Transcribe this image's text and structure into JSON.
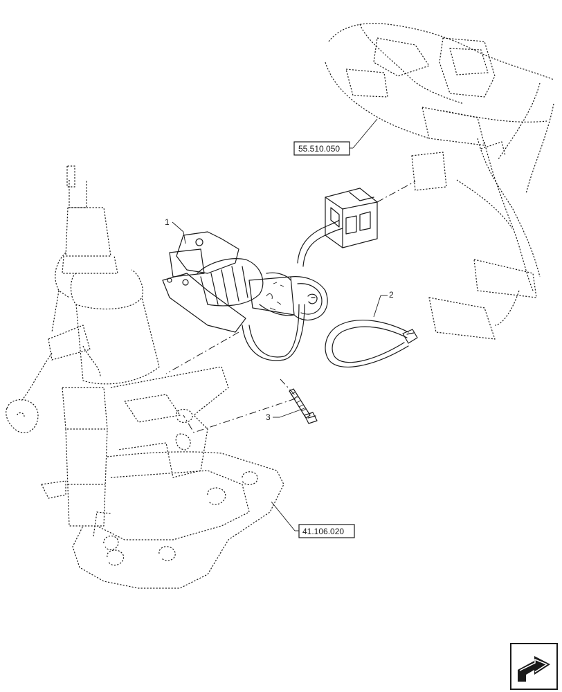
{
  "callouts": [
    {
      "id": "1",
      "label": "1"
    },
    {
      "id": "2",
      "label": "2"
    },
    {
      "id": "3",
      "label": "3"
    }
  ],
  "references": [
    {
      "id": "ref-harness",
      "label": "55.510.050"
    },
    {
      "id": "ref-column",
      "label": "41.106.020"
    }
  ],
  "nav_icon": "next-page-arrow-icon"
}
